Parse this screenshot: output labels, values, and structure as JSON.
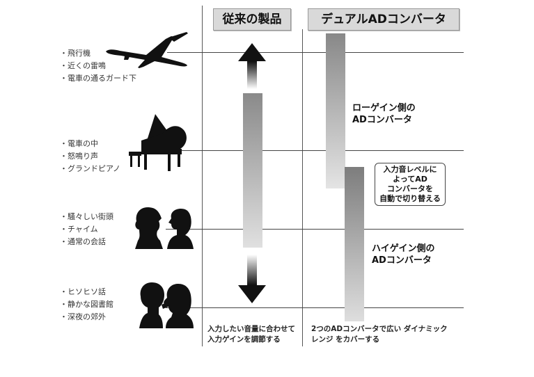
{
  "headers": {
    "conventional": "従来の製品",
    "dual": "デュアルADコンバータ"
  },
  "sound_groups": [
    {
      "items": [
        "飛行機",
        "近くの雷鳴",
        "電車の通るガード下"
      ],
      "icon": "airplane-icon"
    },
    {
      "items": [
        "電車の中",
        "怒鳴り声",
        "グランドピアノ"
      ],
      "icon": "grand-piano-icon"
    },
    {
      "items": [
        "騒々しい街頭",
        "チャイム",
        "通常の会話"
      ],
      "icon": "conversation-icon"
    },
    {
      "items": [
        "ヒソヒソ話",
        "静かな図書館",
        "深夜の郊外"
      ],
      "icon": "whisper-icon"
    }
  ],
  "low_gain_label": [
    "ローゲイン側の",
    "ADコンバータ"
  ],
  "high_gain_label": [
    "ハイゲイン側の",
    "ADコンバータ"
  ],
  "callout": [
    "入力音レベルに",
    "よってAD",
    "コンバータを",
    "自動で切り替える"
  ],
  "caption_conventional": [
    "入力したい音量に合わせて",
    "入力ゲインを調節する"
  ],
  "caption_dual": [
    "2つのADコンバータで広い ダイナミック",
    "レンジ をカバーする"
  ],
  "colors": {
    "bar_dark": "#7d7d7d",
    "bar_light": "#e4e4e4",
    "header_bg": "#d9d9d9",
    "arrow": "#111111"
  }
}
